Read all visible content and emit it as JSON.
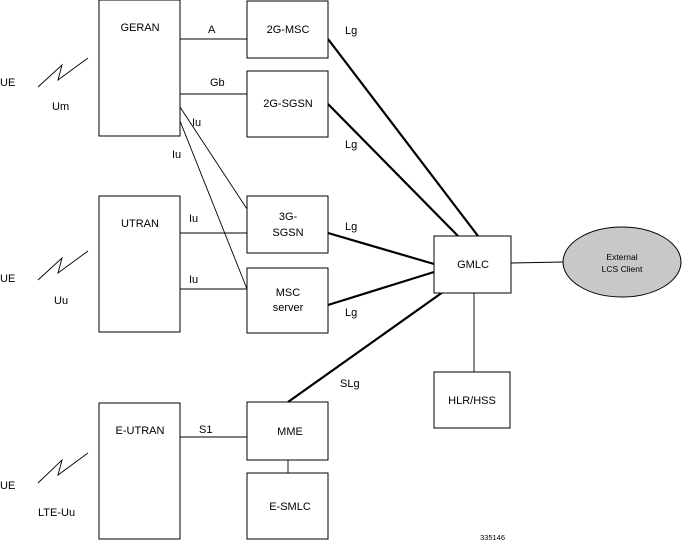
{
  "nodes": {
    "geran": "GERAN",
    "utran": "UTRAN",
    "eutran": "E-UTRAN",
    "msc2g": "2G-MSC",
    "sgsn2g": "2G-SGSN",
    "sgsn3g_line1": "3G-",
    "sgsn3g_line2": "SGSN",
    "mscserver_line1": "MSC",
    "mscserver_line2": "server",
    "mme": "MME",
    "esmlc": "E-SMLC",
    "gmlc": "GMLC",
    "hlrhss": "HLR/HSS",
    "lcs_line1": "External",
    "lcs_line2": "LCS Client"
  },
  "ue": {
    "ue1": "UE",
    "air1": "Um",
    "ue2": "UE",
    "air2": "Uu",
    "ue3": "UE",
    "air3": "LTE-Uu"
  },
  "interfaces": {
    "a": "A",
    "gb": "Gb",
    "iu_geran_a": "Iu",
    "iu_geran_b": "Iu",
    "iu_utran_sgsn": "Iu",
    "iu_utran_msc": "Iu",
    "lg_msc": "Lg",
    "lg_sgsn2g": "Lg",
    "lg_sgsn3g": "Lg",
    "lg_mscserver": "Lg",
    "slg": "SLg",
    "s1": "S1"
  },
  "figure_id": "335146"
}
